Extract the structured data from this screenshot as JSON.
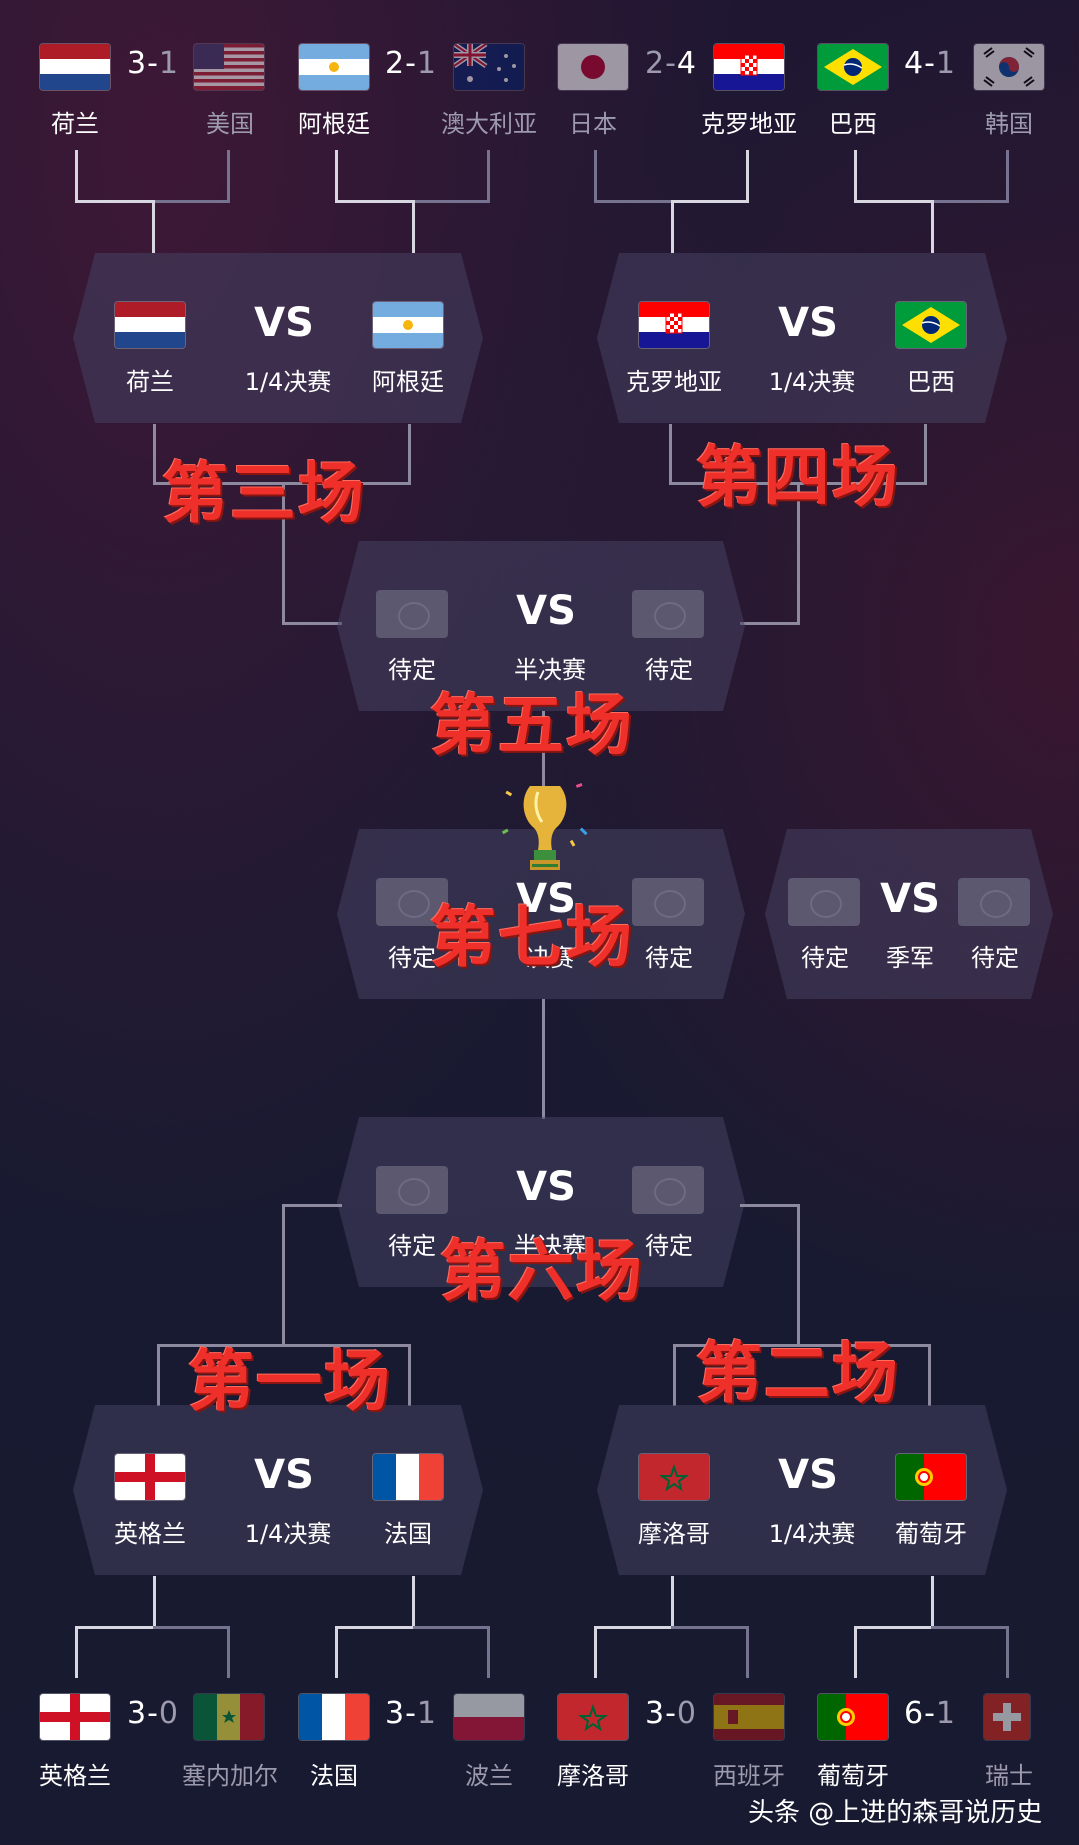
{
  "top_r16": [
    {
      "home": "荷兰",
      "away": "美国",
      "score_win": "3",
      "score_lose": "1"
    },
    {
      "home": "阿根廷",
      "away": "澳大利亚",
      "score_win": "2",
      "score_lose": "1"
    },
    {
      "home": "日本",
      "away": "克罗地亚",
      "score_win": "2",
      "score_lose": "4"
    },
    {
      "home": "巴西",
      "away": "韩国",
      "score_win": "4",
      "score_lose": "1"
    }
  ],
  "bottom_r16": [
    {
      "home": "英格兰",
      "away": "塞内加尔",
      "score_win": "3",
      "score_lose": "0"
    },
    {
      "home": "法国",
      "away": "波兰",
      "score_win": "3",
      "score_lose": "1"
    },
    {
      "home": "摩洛哥",
      "away": "西班牙",
      "score_win": "3",
      "score_lose": "0"
    },
    {
      "home": "葡萄牙",
      "away": "瑞士",
      "score_win": "6",
      "score_lose": "1"
    }
  ],
  "qf_top": [
    {
      "left": "荷兰",
      "right": "阿根廷",
      "vs": "VS",
      "stage": "1/4决赛"
    },
    {
      "left": "克罗地亚",
      "right": "巴西",
      "vs": "VS",
      "stage": "1/4决赛"
    }
  ],
  "qf_bottom": [
    {
      "left": "英格兰",
      "right": "法国",
      "vs": "VS",
      "stage": "1/4决赛"
    },
    {
      "left": "摩洛哥",
      "right": "葡萄牙",
      "vs": "VS",
      "stage": "1/4决赛"
    }
  ],
  "sf_top": {
    "left": "待定",
    "right": "待定",
    "vs": "VS",
    "stage": "半决赛"
  },
  "final": {
    "left": "待定",
    "right": "待定",
    "vs": "VS",
    "stage": "决赛"
  },
  "third_place": {
    "left": "待定",
    "right": "待定",
    "vs": "VS",
    "stage": "季军"
  },
  "sf_bottom": {
    "left": "待定",
    "right": "待定",
    "vs": "VS",
    "stage": "半决赛"
  },
  "labels": {
    "m1": "第一场",
    "m2": "第二场",
    "m3": "第三场",
    "m4": "第四场",
    "m5": "第五场",
    "m6": "第六场",
    "m7": "第七场"
  },
  "watermark": "头条 @上进的森哥说历史",
  "colors": {
    "accent": "#ee2f2a",
    "line": "#d8d6e0",
    "card": "#46425f"
  },
  "icons": [
    "netherlands-flag",
    "usa-flag",
    "argentina-flag",
    "australia-flag",
    "japan-flag",
    "croatia-flag",
    "brazil-flag",
    "korea-flag",
    "england-flag",
    "senegal-flag",
    "france-flag",
    "poland-flag",
    "morocco-flag",
    "spain-flag",
    "portugal-flag",
    "switzerland-flag",
    "trophy-icon",
    "placeholder-flag-icon"
  ]
}
